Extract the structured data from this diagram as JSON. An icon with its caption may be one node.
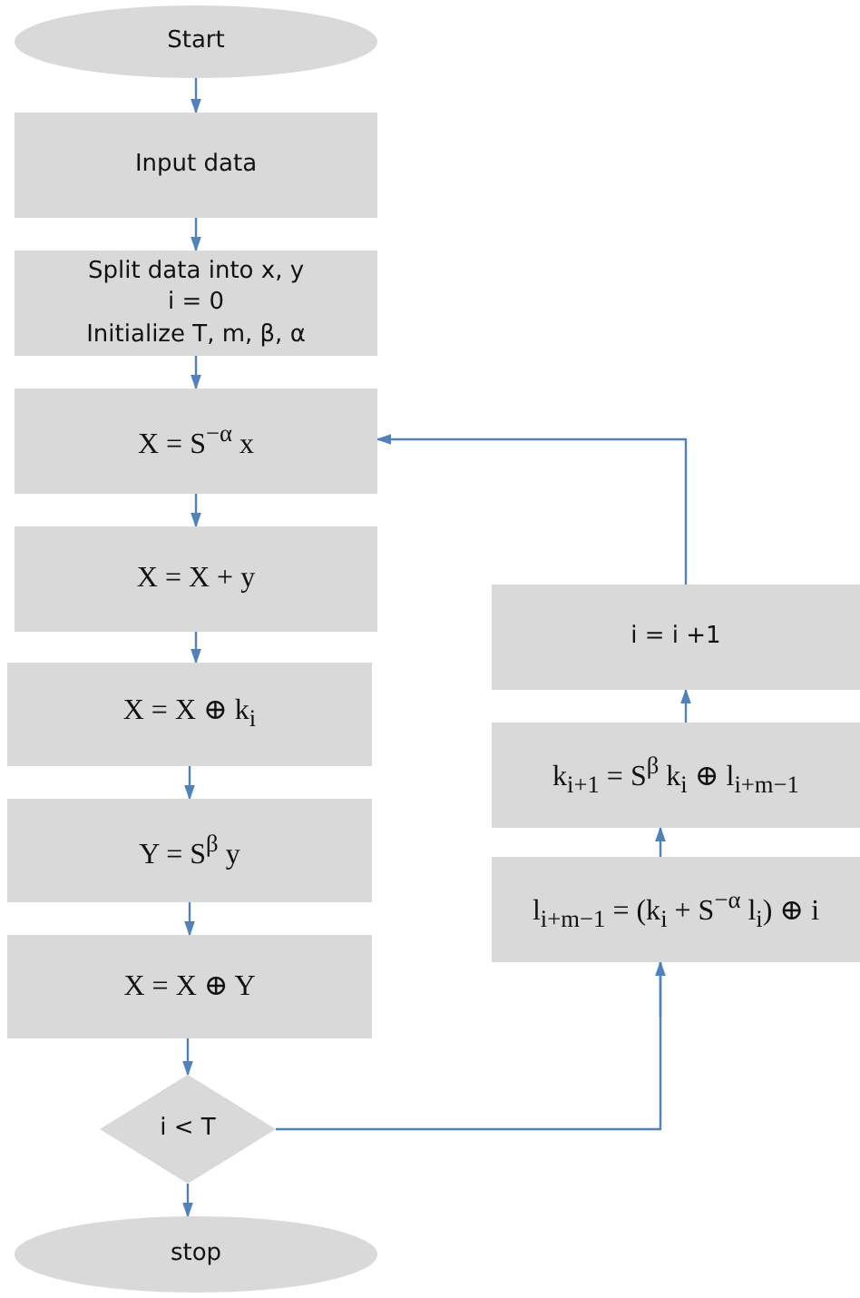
{
  "diagram": {
    "nodes": [
      {
        "text": [
          "Start"
        ]
      },
      {
        "text": [
          "Input data"
        ]
      },
      {
        "text": [
          "Split data into  x, y",
          "i = 0",
          "Initialize T, m, β, α"
        ]
      },
      {
        "text": [
          "X = S$^{−α}$ x"
        ]
      },
      {
        "text": [
          "X = X + y"
        ]
      },
      {
        "text": [
          "X =  X ⊕ k$_{i}$"
        ]
      },
      {
        "text": [
          "Y =  S$^{β}$ y"
        ]
      },
      {
        "text": [
          "X = X ⊕ Y"
        ]
      },
      {
        "text": [
          "i < T"
        ]
      },
      {
        "text": [
          "stop"
        ]
      },
      {
        "text": [
          "i = i +1"
        ]
      },
      {
        "text": [
          "k$_{i+1}$ = S$^{β}$ k$_{i}$ ⊕ l$_{i+m−1}$"
        ]
      },
      {
        "text": [
          "l$_{i+m−1}$ = (k$_{i}$ + S$^{−α}$ l$_{i}$) ⊕ i"
        ]
      }
    ],
    "edges": [
      {
        "from": 0,
        "to": 1,
        "arrow": "to"
      },
      {
        "from": 1,
        "to": 2,
        "arrow": "to"
      },
      {
        "from": 2,
        "to": 3,
        "arrow": "to"
      },
      {
        "from": 3,
        "to": 4,
        "arrow": "to"
      },
      {
        "from": 4,
        "to": 5,
        "arrow": "to"
      },
      {
        "from": 5,
        "to": 6,
        "arrow": "to"
      },
      {
        "from": 6,
        "to": 7,
        "arrow": "to"
      },
      {
        "from": 7,
        "to": 8,
        "arrow": "to"
      },
      {
        "from": 8,
        "to": 9,
        "arrow": "to"
      },
      {
        "from": 8,
        "to": 12,
        "arrow": "to"
      },
      {
        "from": 12,
        "to": 11,
        "arrow": "to"
      },
      {
        "from": 11,
        "to": 10,
        "arrow": "to"
      },
      {
        "from": 10,
        "to": 3,
        "arrow": "to"
      }
    ]
  }
}
